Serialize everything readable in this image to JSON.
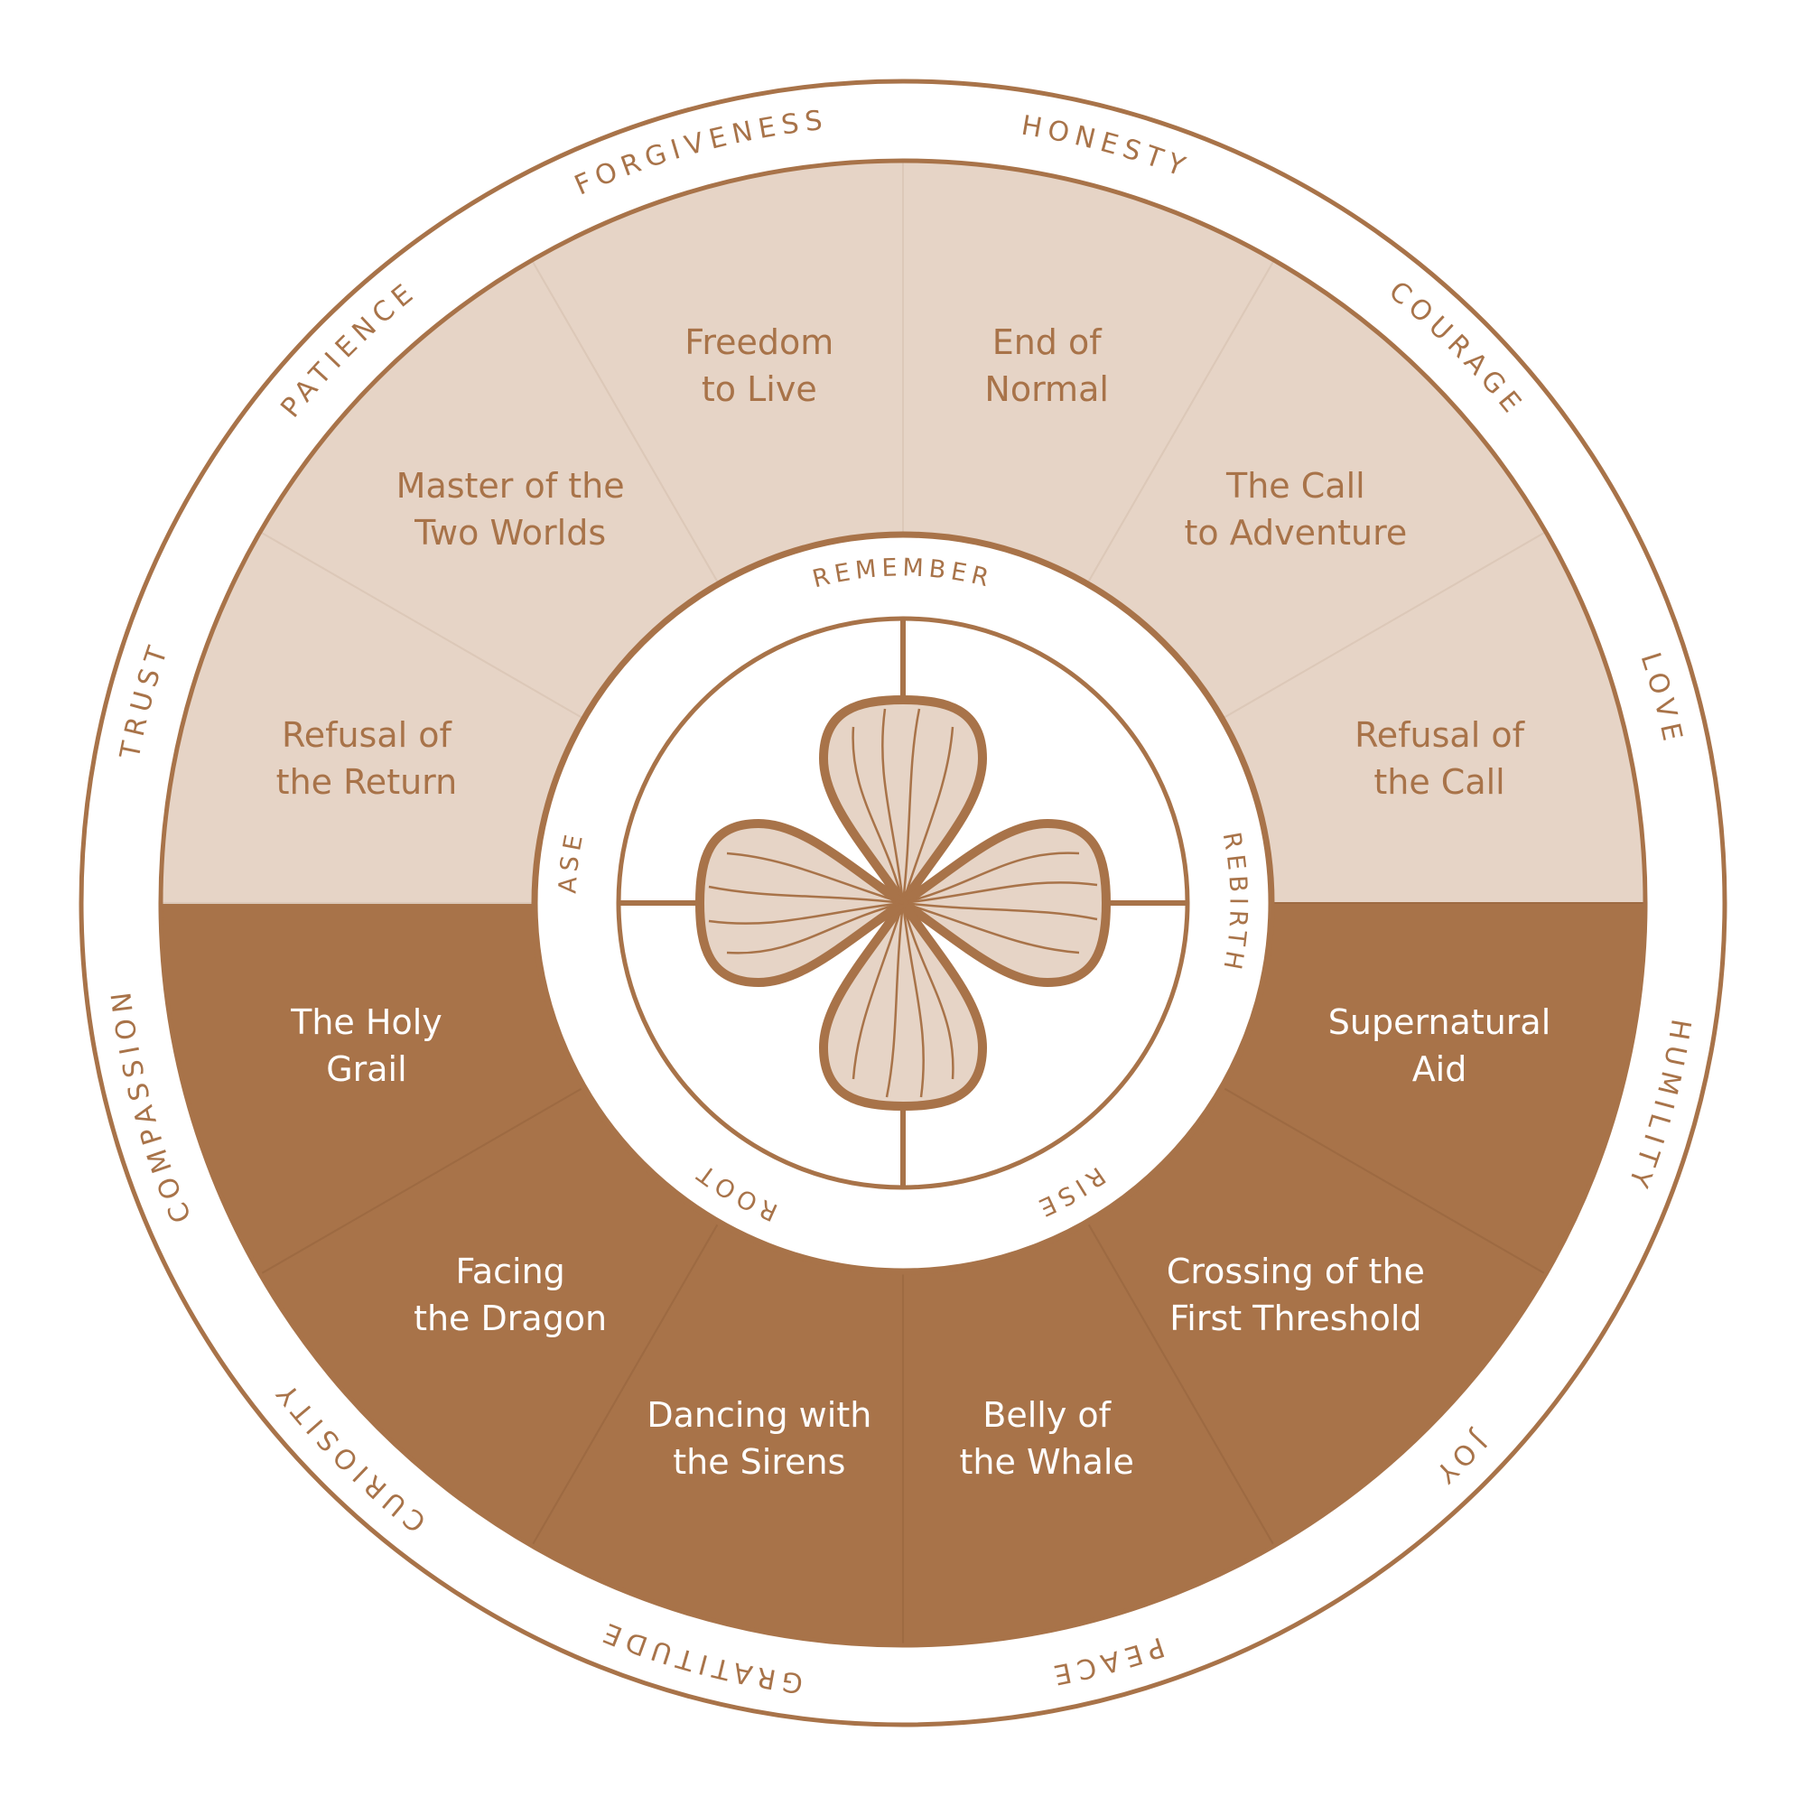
{
  "colors": {
    "brown": "#a87349",
    "beige": "#e6d4c6",
    "white": "#ffffff"
  },
  "values": [
    {
      "label": "GRATITUDE"
    },
    {
      "label": "CURIOSITY"
    },
    {
      "label": "COMPASSION"
    },
    {
      "label": "TRUST"
    },
    {
      "label": "PATIENCE"
    },
    {
      "label": "FORGIVENESS"
    },
    {
      "label": "HONESTY"
    },
    {
      "label": "COURAGE"
    },
    {
      "label": "LOVE"
    },
    {
      "label": "HUMILITY"
    },
    {
      "label": "JOY"
    },
    {
      "label": "PEACE"
    }
  ],
  "stages": [
    {
      "line1": "End of",
      "line2": "Normal"
    },
    {
      "line1": "The Call",
      "line2": "to Adventure"
    },
    {
      "line1": "Refusal of",
      "line2": "the Call"
    },
    {
      "line1": "Supernatural",
      "line2": "Aid"
    },
    {
      "line1": "Crossing of the",
      "line2": "First Threshold"
    },
    {
      "line1": "Belly of",
      "line2": "the Whale"
    },
    {
      "line1": "Dancing with",
      "line2": "the Sirens"
    },
    {
      "line1": "Facing",
      "line2": "the Dragon"
    },
    {
      "line1": "The Holy",
      "line2": "Grail"
    },
    {
      "line1": "Refusal of",
      "line2": "the Return"
    },
    {
      "line1": "Master of the",
      "line2": "Two Worlds"
    },
    {
      "line1": "Freedom",
      "line2": "to Live"
    }
  ],
  "phases": [
    {
      "label": "ROOT"
    },
    {
      "label": "RELEASE"
    },
    {
      "label": "REMEMBER"
    },
    {
      "label": "REBIRTH"
    },
    {
      "label": "RISE"
    }
  ],
  "emblem": {
    "icon": "four-petal-flower-icon"
  }
}
